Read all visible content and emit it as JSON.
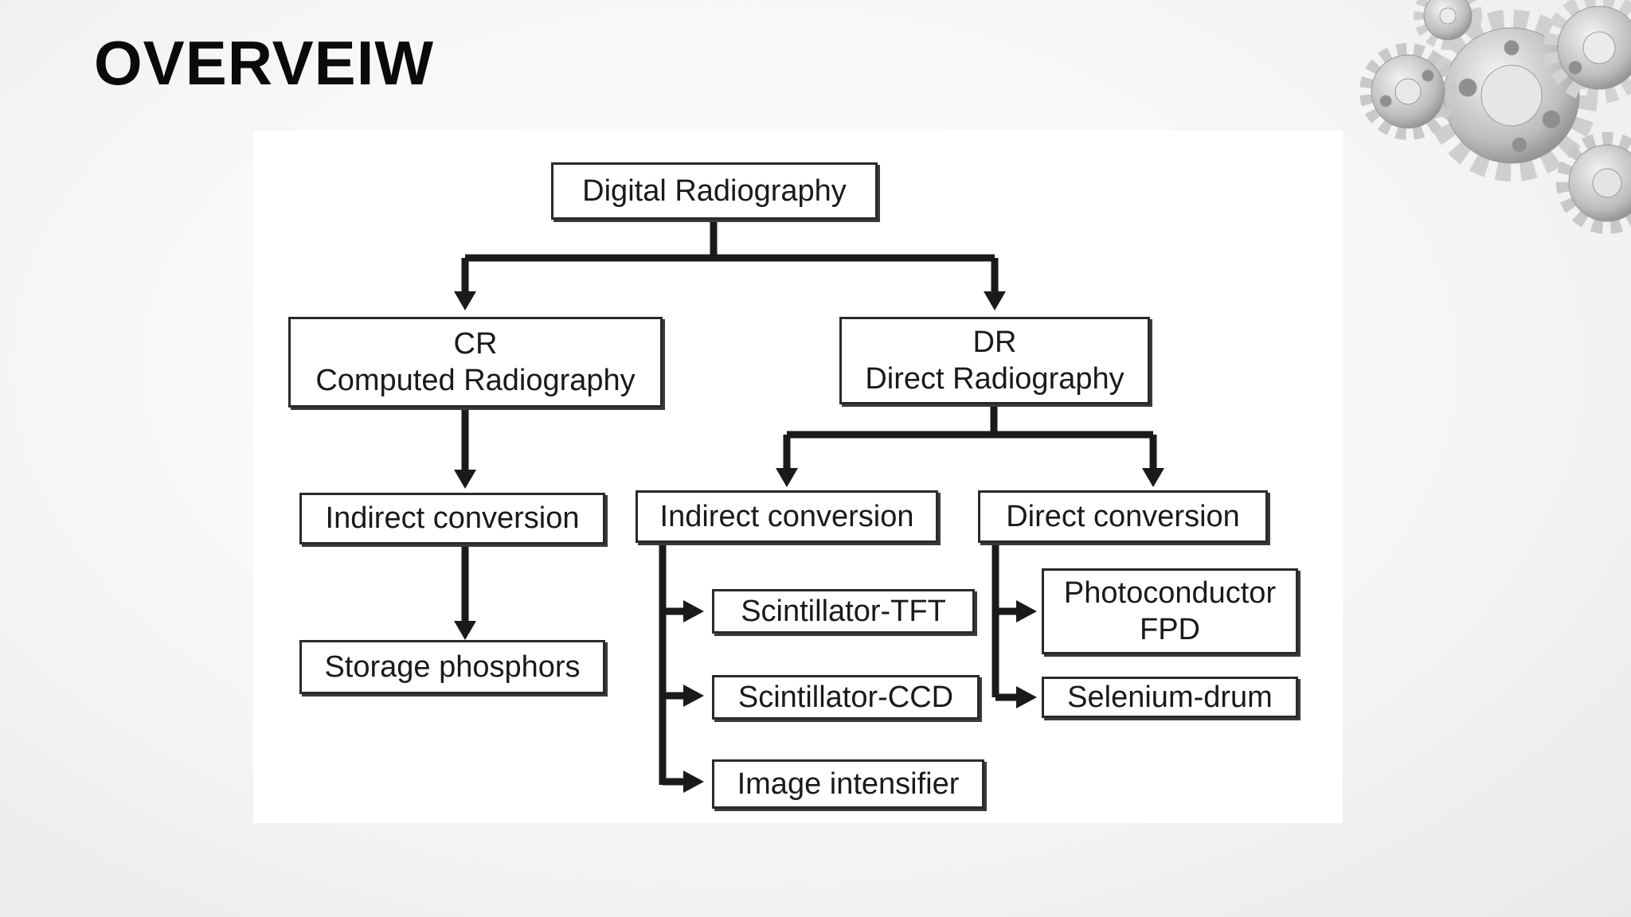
{
  "slide": {
    "title": "OVERVEIW"
  },
  "decoration": {
    "gears_icon": "gears-icon"
  },
  "colors": {
    "line": "#1a1a1a",
    "box_border": "#2a2a2a"
  },
  "diagram": {
    "root": "Digital Radiography",
    "cr": {
      "abbr": "CR",
      "full": "Computed Radiography"
    },
    "dr": {
      "abbr": "DR",
      "full": "Direct Radiography"
    },
    "cr_indirect": "Indirect conversion",
    "storage": "Storage phosphors",
    "dr_indirect": "Indirect conversion",
    "dr_direct": "Direct conversion",
    "scint_tft": "Scintillator-TFT",
    "scint_ccd": "Scintillator-CCD",
    "image_intensifier": "Image intensifier",
    "photoconductor": {
      "line1": "Photoconductor",
      "line2": "FPD"
    },
    "selenium": "Selenium-drum"
  }
}
